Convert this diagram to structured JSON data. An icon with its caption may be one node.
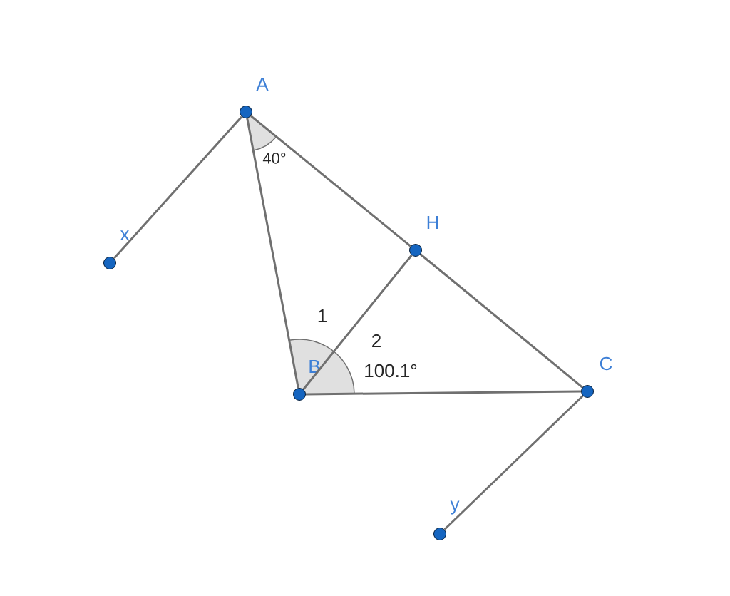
{
  "diagram": {
    "nodes": [
      {
        "text": [
          "A"
        ]
      },
      {
        "text": [
          "x"
        ]
      },
      {
        "text": [
          "H"
        ]
      },
      {
        "text": [
          "B"
        ]
      },
      {
        "text": [
          "C"
        ]
      },
      {
        "text": [
          "y"
        ]
      }
    ],
    "edges": [
      {
        "from": 0,
        "to": 1,
        "arrow": "none"
      },
      {
        "from": 0,
        "to": 3,
        "arrow": "none"
      },
      {
        "from": 0,
        "to": 2,
        "arrow": "none"
      },
      {
        "from": 2,
        "to": 4,
        "arrow": "none"
      },
      {
        "from": 3,
        "to": 2,
        "arrow": "none"
      },
      {
        "from": 3,
        "to": 4,
        "arrow": "none"
      },
      {
        "from": 4,
        "to": 5,
        "arrow": "none"
      }
    ],
    "labels": [
      "40°",
      "1",
      "2",
      "100.1°"
    ]
  }
}
